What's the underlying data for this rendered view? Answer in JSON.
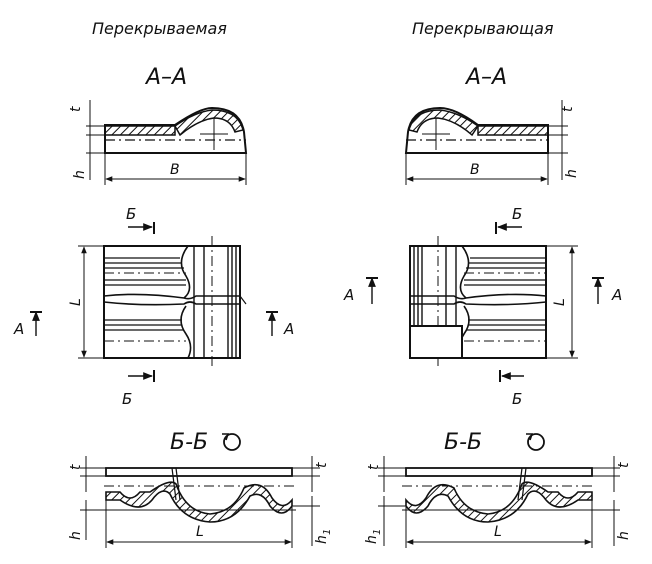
{
  "columns": [
    {
      "title": "Перекрываемая",
      "sectionAA": {
        "label": "А–А",
        "t": "t",
        "h": "h",
        "b": "B"
      },
      "plan": {
        "cutTop": "Б",
        "cutBottom": "Б",
        "arrowA1": "А",
        "arrowA2": "А",
        "length": "L"
      },
      "sectionBB": {
        "label": "Б-Б",
        "t1": "t",
        "t2": "t",
        "h": "h",
        "h1": "h",
        "h1sub": "1",
        "length": "L"
      }
    },
    {
      "title": "Перекрывающая",
      "sectionAA": {
        "label": "А–А",
        "t": "t",
        "h": "h",
        "b": "B"
      },
      "plan": {
        "cutTop": "Б",
        "cutBottom": "Б",
        "arrowA1": "А",
        "arrowA2": "А",
        "length": "L"
      },
      "sectionBB": {
        "label": "Б-Б",
        "t1": "t",
        "t2": "t",
        "h": "h",
        "h1": "h",
        "h1sub": "1",
        "length": "L"
      }
    }
  ],
  "icons": {
    "rotation": "rotation-circle-icon"
  },
  "colors": {
    "ink": "#111111",
    "paper": "#ffffff"
  }
}
